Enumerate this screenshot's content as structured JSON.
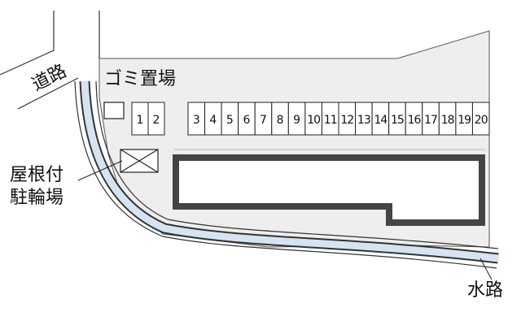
{
  "labels": {
    "road": "道路",
    "garbage": "ゴミ置場",
    "bike_parking_line1": "屋根付",
    "bike_parking_line2": "駐輪場",
    "waterway": "水路"
  },
  "parking_lots": [
    "1",
    "2",
    "3",
    "4",
    "5",
    "6",
    "7",
    "8",
    "9",
    "10",
    "11",
    "12",
    "13",
    "14",
    "15",
    "16",
    "17",
    "18",
    "19",
    "20"
  ],
  "colors": {
    "site_fill": "#eeeeee",
    "waterway_fill": "#d6e4f2",
    "building_outline": "#444444",
    "line": "#222222"
  }
}
